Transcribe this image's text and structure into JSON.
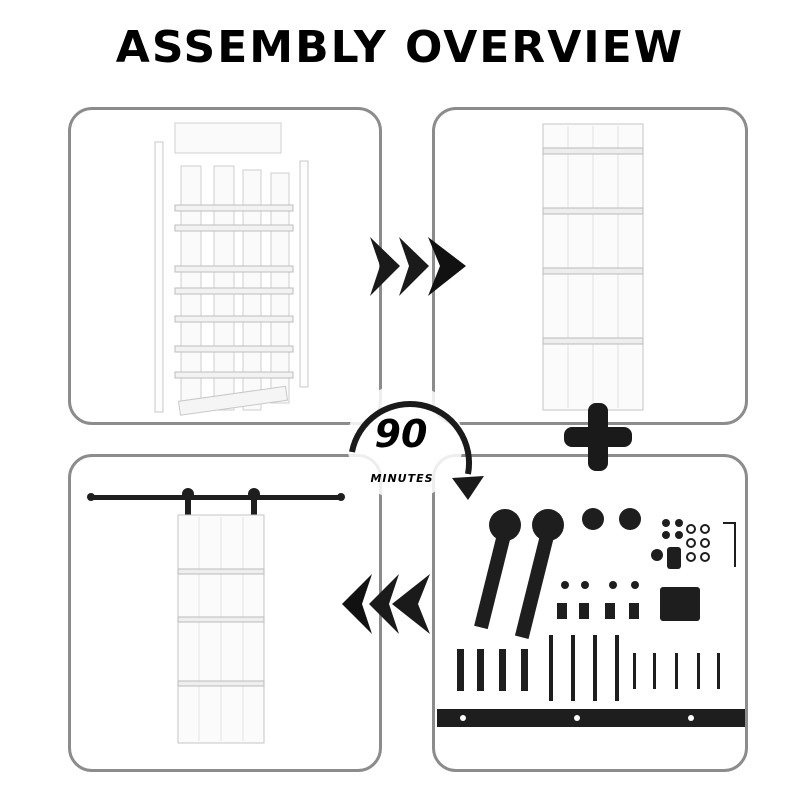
{
  "title": "ASSEMBLY OVERVIEW",
  "time_badge": {
    "value": "90",
    "unit": "MINUTES"
  },
  "steps": [
    {
      "name": "door-parts",
      "icon": "door-panel-parts"
    },
    {
      "name": "assembled-door",
      "icon": "assembled-door"
    },
    {
      "name": "hardware-kit",
      "icon": "barn-door-hardware-kit"
    },
    {
      "name": "installed-door",
      "icon": "door-on-rail"
    }
  ],
  "colors": {
    "border": "#8c8c8c",
    "text": "#000000",
    "arrow": "#1a1a1a",
    "hardware": "#1e1e1e"
  }
}
